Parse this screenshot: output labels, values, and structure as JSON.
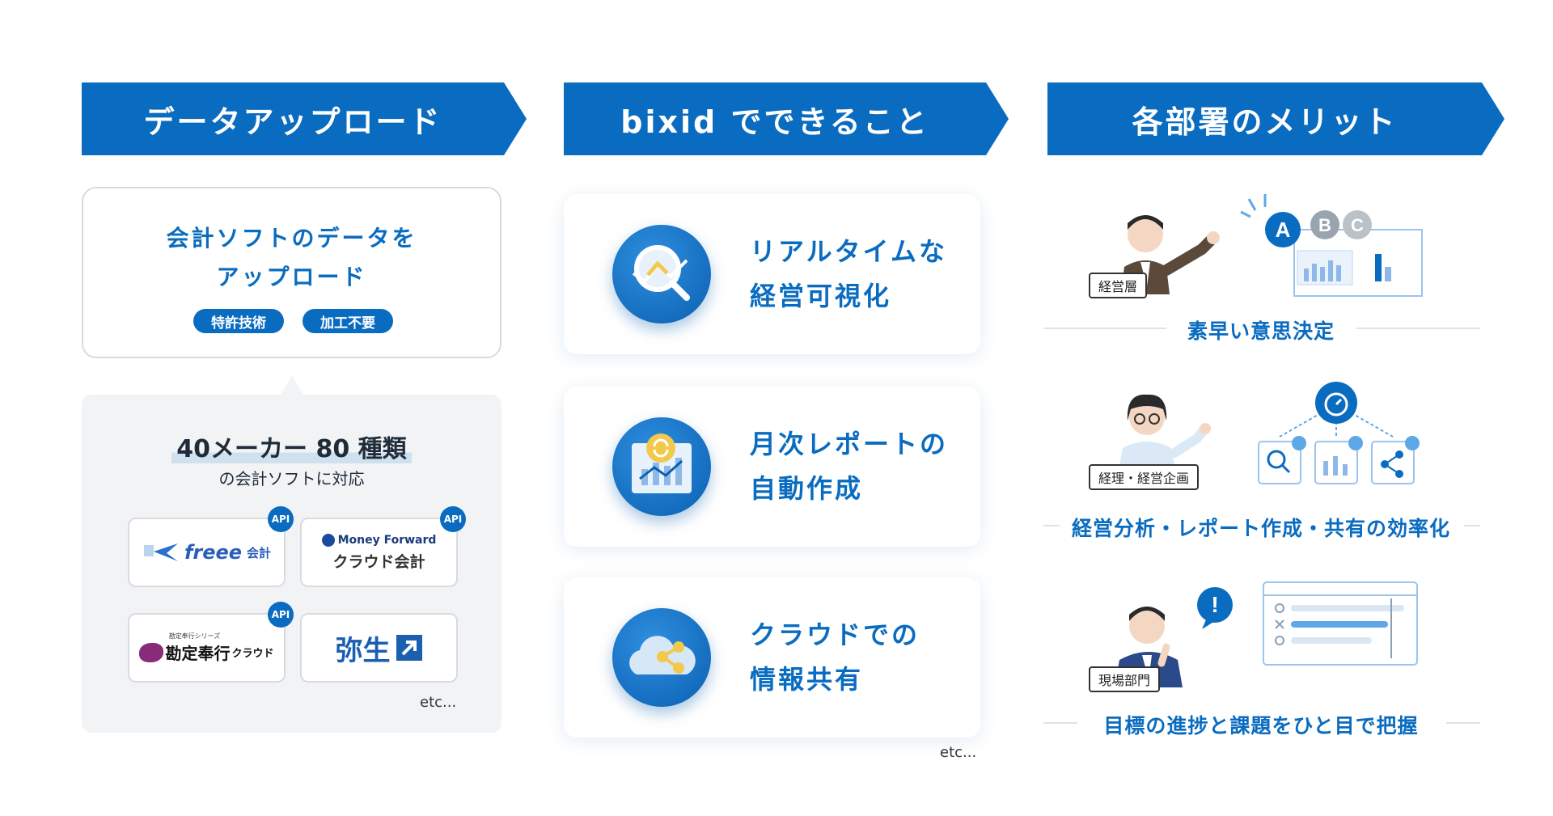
{
  "sections": {
    "upload": "データアップロード",
    "features": "bixid でできること",
    "merits": "各部署のメリット"
  },
  "upload": {
    "title_line1": "会計ソフトのデータを",
    "title_line2": "アップロード",
    "tags": [
      "特許技術",
      "加工不要"
    ],
    "support_heading": "40メーカー 80 種類",
    "support_sub": "の会計ソフトに対応",
    "api_label": "API",
    "logos": {
      "freee_brand": "freee",
      "freee_suffix": "会計",
      "mf_brand": "Money Forward",
      "mf_product": "クラウド会計",
      "bugyo_tagline": "勘定奉行シリーズ",
      "bugyo_name": "勘定奉行",
      "bugyo_suffix": "クラウド",
      "yayoi": "弥生"
    },
    "etc": "etc..."
  },
  "features": {
    "items": [
      {
        "line1": "リアルタイムな",
        "line2": "経営可視化"
      },
      {
        "line1": "月次レポートの",
        "line2": "自動作成"
      },
      {
        "line1": "クラウドでの",
        "line2": "情報共有"
      }
    ],
    "etc": "etc..."
  },
  "merits": {
    "items": [
      {
        "role": "経営層",
        "benefit": "素早い意思決定"
      },
      {
        "role": "経理・経営企画",
        "benefit": "経営分析・レポート作成・共有の効率化"
      },
      {
        "role": "現場部門",
        "benefit": "目標の進捗と課題をひと目で把握"
      }
    ],
    "abc": [
      "A",
      "B",
      "C"
    ],
    "alert": "!"
  },
  "colors": {
    "primary": "#0a6cc0",
    "panel": "#f2f3f5",
    "border": "#d7dbe1"
  }
}
